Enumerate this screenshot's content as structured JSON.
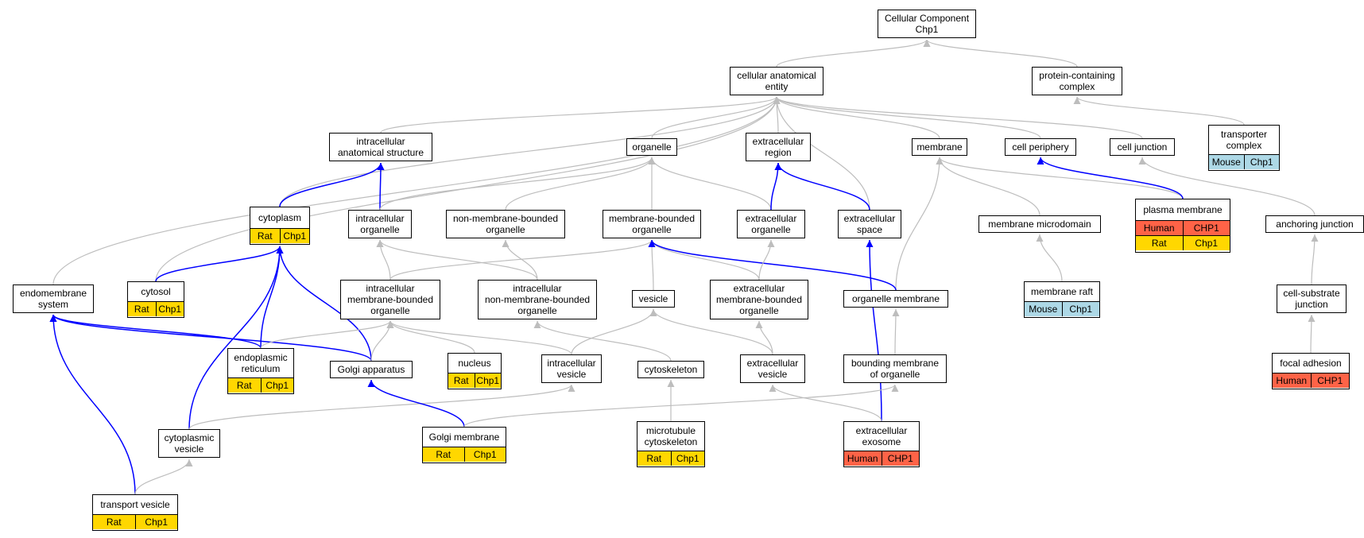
{
  "colors": {
    "edge_grey": "#bdbdbd",
    "edge_blue": "#0000ff",
    "rat": "#ffd700",
    "human": "#ff6347",
    "mouse": "#add8e6"
  },
  "nodes": [
    {
      "id": "root",
      "label": "Cellular Component\nChp1"
    },
    {
      "id": "cae",
      "label": "cellular anatomical\nentity"
    },
    {
      "id": "pcc",
      "label": "protein-containing\ncomplex"
    },
    {
      "id": "tc",
      "label": "transporter\ncomplex",
      "rows": [
        {
          "species": "Mouse",
          "gene": "Chp1",
          "color": "mouse"
        }
      ]
    },
    {
      "id": "ias",
      "label": "intracellular\nanatomical structure"
    },
    {
      "id": "org",
      "label": "organelle"
    },
    {
      "id": "er",
      "label": "extracellular\nregion"
    },
    {
      "id": "mem",
      "label": "membrane"
    },
    {
      "id": "cp",
      "label": "cell periphery"
    },
    {
      "id": "cj",
      "label": "cell junction"
    },
    {
      "id": "cyto",
      "label": "cytoplasm",
      "rows": [
        {
          "species": "Rat",
          "gene": "Chp1",
          "color": "rat"
        }
      ]
    },
    {
      "id": "io",
      "label": "intracellular\norganelle"
    },
    {
      "id": "nmbo",
      "label": "non-membrane-bounded\norganelle"
    },
    {
      "id": "mbo",
      "label": "membrane-bounded\norganelle"
    },
    {
      "id": "eo",
      "label": "extracellular\norganelle"
    },
    {
      "id": "es",
      "label": "extracellular\nspace"
    },
    {
      "id": "mmd",
      "label": "membrane microdomain"
    },
    {
      "id": "pm",
      "label": "plasma membrane",
      "rows": [
        {
          "species": "Human",
          "gene": "CHP1",
          "color": "human"
        },
        {
          "species": "Rat",
          "gene": "Chp1",
          "color": "rat"
        }
      ]
    },
    {
      "id": "aj",
      "label": "anchoring junction"
    },
    {
      "id": "ems",
      "label": "endomembrane\nsystem"
    },
    {
      "id": "cytosol",
      "label": "cytosol",
      "rows": [
        {
          "species": "Rat",
          "gene": "Chp1",
          "color": "rat"
        }
      ]
    },
    {
      "id": "imbo",
      "label": "intracellular\nmembrane-bounded\norganelle"
    },
    {
      "id": "inmbo",
      "label": "intracellular\nnon-membrane-bounded\norganelle"
    },
    {
      "id": "ves",
      "label": "vesicle"
    },
    {
      "id": "embo",
      "label": "extracellular\nmembrane-bounded\norganelle"
    },
    {
      "id": "om",
      "label": "organelle membrane"
    },
    {
      "id": "mr",
      "label": "membrane raft",
      "rows": [
        {
          "species": "Mouse",
          "gene": "Chp1",
          "color": "mouse"
        }
      ]
    },
    {
      "id": "csj",
      "label": "cell-substrate\njunction"
    },
    {
      "id": "endo",
      "label": "endoplasmic\nreticulum",
      "rows": [
        {
          "species": "Rat",
          "gene": "Chp1",
          "color": "rat"
        }
      ]
    },
    {
      "id": "golgi",
      "label": "Golgi apparatus"
    },
    {
      "id": "nuc",
      "label": "nucleus",
      "rows": [
        {
          "species": "Rat",
          "gene": "Chp1",
          "color": "rat"
        }
      ]
    },
    {
      "id": "iv",
      "label": "intracellular\nvesicle"
    },
    {
      "id": "csk",
      "label": "cytoskeleton"
    },
    {
      "id": "ev",
      "label": "extracellular\nvesicle"
    },
    {
      "id": "bmo",
      "label": "bounding membrane\nof organelle"
    },
    {
      "id": "fa",
      "label": "focal adhesion",
      "rows": [
        {
          "species": "Human",
          "gene": "CHP1",
          "color": "human"
        }
      ]
    },
    {
      "id": "cv",
      "label": "cytoplasmic\nvesicle"
    },
    {
      "id": "gm",
      "label": "Golgi membrane",
      "rows": [
        {
          "species": "Rat",
          "gene": "Chp1",
          "color": "rat"
        }
      ]
    },
    {
      "id": "mtc",
      "label": "microtubule\ncytoskeleton",
      "rows": [
        {
          "species": "Rat",
          "gene": "Chp1",
          "color": "rat"
        }
      ]
    },
    {
      "id": "exo",
      "label": "extracellular\nexosome",
      "rows": [
        {
          "species": "Human",
          "gene": "CHP1",
          "color": "human"
        }
      ]
    },
    {
      "id": "tv",
      "label": "transport vesicle",
      "rows": [
        {
          "species": "Rat",
          "gene": "Chp1",
          "color": "rat"
        }
      ]
    }
  ],
  "edges": [
    {
      "from": "cae",
      "to": "root",
      "kind": "grey"
    },
    {
      "from": "pcc",
      "to": "root",
      "kind": "grey"
    },
    {
      "from": "tc",
      "to": "pcc",
      "kind": "grey"
    },
    {
      "from": "ias",
      "to": "cae",
      "kind": "grey"
    },
    {
      "from": "org",
      "to": "cae",
      "kind": "grey"
    },
    {
      "from": "er",
      "to": "cae",
      "kind": "grey"
    },
    {
      "from": "mem",
      "to": "cae",
      "kind": "grey"
    },
    {
      "from": "cp",
      "to": "cae",
      "kind": "grey"
    },
    {
      "from": "cj",
      "to": "cae",
      "kind": "grey"
    },
    {
      "from": "cyto",
      "to": "cae",
      "kind": "grey"
    },
    {
      "from": "cytosol",
      "to": "cae",
      "kind": "grey"
    },
    {
      "from": "ems",
      "to": "cae",
      "kind": "grey"
    },
    {
      "from": "es",
      "to": "cae",
      "kind": "grey"
    },
    {
      "from": "cyto",
      "to": "ias",
      "kind": "blue"
    },
    {
      "from": "io",
      "to": "ias",
      "kind": "blue"
    },
    {
      "from": "io",
      "to": "org",
      "kind": "grey"
    },
    {
      "from": "nmbo",
      "to": "org",
      "kind": "grey"
    },
    {
      "from": "mbo",
      "to": "org",
      "kind": "grey"
    },
    {
      "from": "eo",
      "to": "org",
      "kind": "grey"
    },
    {
      "from": "eo",
      "to": "er",
      "kind": "blue"
    },
    {
      "from": "es",
      "to": "er",
      "kind": "blue"
    },
    {
      "from": "mmd",
      "to": "mem",
      "kind": "grey"
    },
    {
      "from": "pm",
      "to": "mem",
      "kind": "grey"
    },
    {
      "from": "om",
      "to": "mem",
      "kind": "grey"
    },
    {
      "from": "pm",
      "to": "cp",
      "kind": "blue"
    },
    {
      "from": "aj",
      "to": "cj",
      "kind": "grey"
    },
    {
      "from": "cytosol",
      "to": "cyto",
      "kind": "blue"
    },
    {
      "from": "endo",
      "to": "cyto",
      "kind": "blue"
    },
    {
      "from": "golgi",
      "to": "cyto",
      "kind": "blue"
    },
    {
      "from": "cv",
      "to": "cyto",
      "kind": "blue"
    },
    {
      "from": "imbo",
      "to": "io",
      "kind": "grey"
    },
    {
      "from": "inmbo",
      "to": "io",
      "kind": "grey"
    },
    {
      "from": "inmbo",
      "to": "nmbo",
      "kind": "grey"
    },
    {
      "from": "imbo",
      "to": "mbo",
      "kind": "grey"
    },
    {
      "from": "ves",
      "to": "mbo",
      "kind": "grey"
    },
    {
      "from": "embo",
      "to": "mbo",
      "kind": "grey"
    },
    {
      "from": "om",
      "to": "mbo",
      "kind": "blue"
    },
    {
      "from": "embo",
      "to": "eo",
      "kind": "grey"
    },
    {
      "from": "exo",
      "to": "es",
      "kind": "blue"
    },
    {
      "from": "mr",
      "to": "mmd",
      "kind": "grey"
    },
    {
      "from": "csj",
      "to": "aj",
      "kind": "grey"
    },
    {
      "from": "endo",
      "to": "ems",
      "kind": "blue"
    },
    {
      "from": "golgi",
      "to": "ems",
      "kind": "blue"
    },
    {
      "from": "tv",
      "to": "ems",
      "kind": "blue"
    },
    {
      "from": "endo",
      "to": "imbo",
      "kind": "grey"
    },
    {
      "from": "golgi",
      "to": "imbo",
      "kind": "grey"
    },
    {
      "from": "nuc",
      "to": "imbo",
      "kind": "grey"
    },
    {
      "from": "iv",
      "to": "imbo",
      "kind": "grey"
    },
    {
      "from": "csk",
      "to": "inmbo",
      "kind": "grey"
    },
    {
      "from": "iv",
      "to": "ves",
      "kind": "grey"
    },
    {
      "from": "ev",
      "to": "ves",
      "kind": "grey"
    },
    {
      "from": "ev",
      "to": "embo",
      "kind": "grey"
    },
    {
      "from": "bmo",
      "to": "om",
      "kind": "grey"
    },
    {
      "from": "fa",
      "to": "csj",
      "kind": "grey"
    },
    {
      "from": "cv",
      "to": "iv",
      "kind": "grey"
    },
    {
      "from": "gm",
      "to": "golgi",
      "kind": "blue"
    },
    {
      "from": "gm",
      "to": "bmo",
      "kind": "grey"
    },
    {
      "from": "mtc",
      "to": "csk",
      "kind": "grey"
    },
    {
      "from": "exo",
      "to": "ev",
      "kind": "grey"
    },
    {
      "from": "tv",
      "to": "cv",
      "kind": "grey"
    }
  ]
}
